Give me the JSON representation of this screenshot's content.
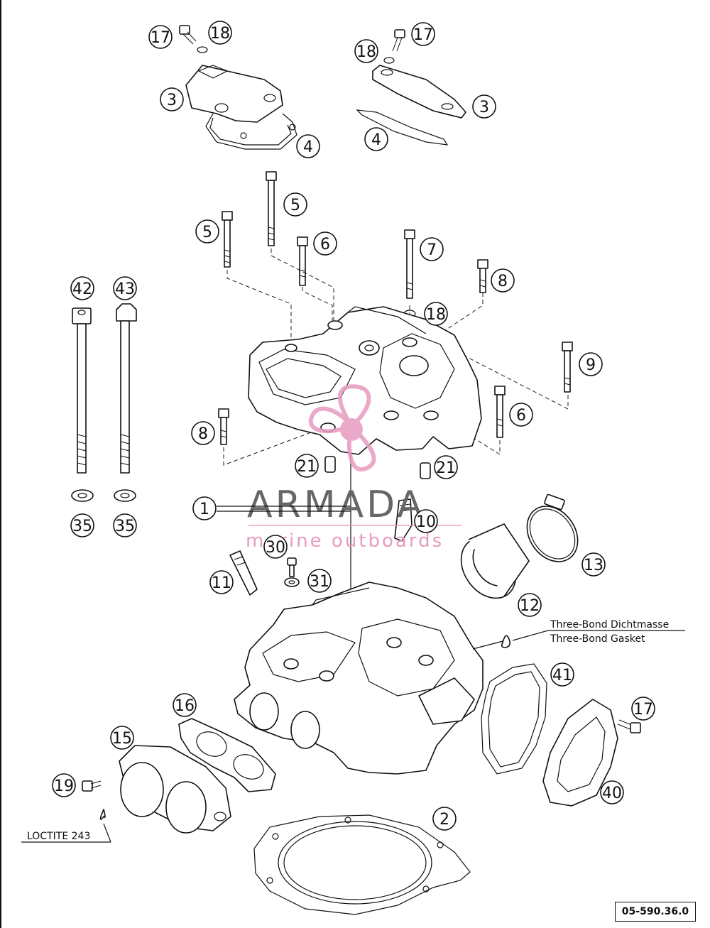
{
  "diagram": {
    "reference_code": "05-590.36.0",
    "notes": {
      "sealant_1": "Three-Bond Dichtmasse",
      "sealant_2": "Three-Bond Gasket",
      "loctite": "LOCTITE 243"
    },
    "watermark": {
      "brand": "ARMADA",
      "tagline": "marine outboards",
      "accent_color": "#e89bc0"
    },
    "callouts": [
      {
        "id": "c17a",
        "label": "17"
      },
      {
        "id": "c18a",
        "label": "18"
      },
      {
        "id": "c3a",
        "label": "3"
      },
      {
        "id": "c4a",
        "label": "4"
      },
      {
        "id": "c18b",
        "label": "18"
      },
      {
        "id": "c17b",
        "label": "17"
      },
      {
        "id": "c3b",
        "label": "3"
      },
      {
        "id": "c4b",
        "label": "4"
      },
      {
        "id": "c5a",
        "label": "5"
      },
      {
        "id": "c5b",
        "label": "5"
      },
      {
        "id": "c6a",
        "label": "6"
      },
      {
        "id": "c7",
        "label": "7"
      },
      {
        "id": "c8a",
        "label": "8"
      },
      {
        "id": "c18c",
        "label": "18"
      },
      {
        "id": "c9",
        "label": "9"
      },
      {
        "id": "c6b",
        "label": "6"
      },
      {
        "id": "c8b",
        "label": "8"
      },
      {
        "id": "c42",
        "label": "42"
      },
      {
        "id": "c43",
        "label": "43"
      },
      {
        "id": "c21a",
        "label": "21"
      },
      {
        "id": "c21b",
        "label": "21"
      },
      {
        "id": "c1",
        "label": "1"
      },
      {
        "id": "c10",
        "label": "10"
      },
      {
        "id": "c35a",
        "label": "35"
      },
      {
        "id": "c35b",
        "label": "35"
      },
      {
        "id": "c30",
        "label": "30"
      },
      {
        "id": "c13",
        "label": "13"
      },
      {
        "id": "c11",
        "label": "11"
      },
      {
        "id": "c31",
        "label": "31"
      },
      {
        "id": "c12",
        "label": "12"
      },
      {
        "id": "c41",
        "label": "41"
      },
      {
        "id": "c16",
        "label": "16"
      },
      {
        "id": "c17c",
        "label": "17"
      },
      {
        "id": "c15",
        "label": "15"
      },
      {
        "id": "c19",
        "label": "19"
      },
      {
        "id": "c40",
        "label": "40"
      },
      {
        "id": "c2",
        "label": "2"
      }
    ]
  }
}
